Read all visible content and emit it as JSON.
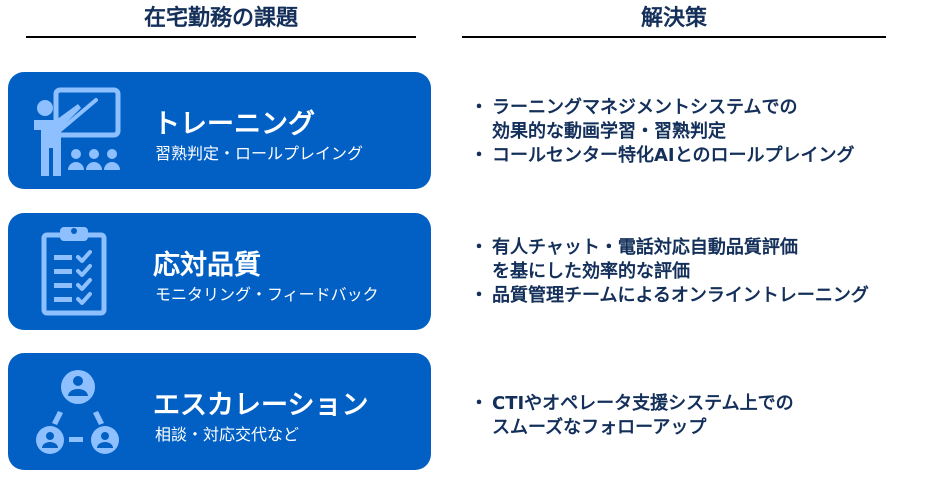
{
  "headers": {
    "left": "在宅勤務の課題",
    "right": "解決策"
  },
  "colors": {
    "card_bg": "#0260c4",
    "icon_fill": "#8ec0ff",
    "heading_text": "#14305a",
    "solution_text": "#14305a"
  },
  "rows": [
    {
      "icon": "teacher-presentation-icon",
      "title": "トレーニング",
      "subtitle": "習熟判定・ロールプレイング",
      "solutions": [
        {
          "lines": [
            "ラーニングマネジメントシステムでの",
            "効果的な動画学習・習熟判定"
          ]
        },
        {
          "lines": [
            "コールセンター特化AIとのロールプレイング"
          ]
        }
      ]
    },
    {
      "icon": "clipboard-checklist-icon",
      "title": "応対品質",
      "subtitle": "モニタリング・フィードバック",
      "solutions": [
        {
          "lines": [
            "有人チャット・電話対応自動品質評価",
            "を基にした効率的な評価"
          ]
        },
        {
          "lines": [
            "品質管理チームによるオンライントレーニング"
          ]
        }
      ]
    },
    {
      "icon": "user-network-icon",
      "title": "エスカレーション",
      "subtitle": "相談・対応交代など",
      "solutions": [
        {
          "lines": [
            "CTIやオペレータ支援システム上での",
            "スムーズなフォローアップ"
          ]
        }
      ]
    }
  ],
  "bullet": "・"
}
